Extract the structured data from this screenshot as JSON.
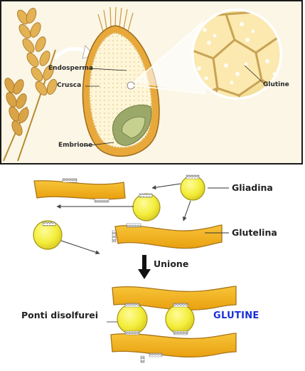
{
  "panel_top": {
    "labels": {
      "endosperma": "Endosperma",
      "crusca": "Crusca",
      "embrione": "Embrione",
      "glutine": "Glutine"
    }
  },
  "panel_bottom": {
    "labels": {
      "gliadina": "Gliadina",
      "glutelina": "Glutelina",
      "unione": "Unione",
      "ponti_disolfurei": "Ponti disolfurei",
      "glutine_title": "GLUTINE"
    }
  },
  "colors": {
    "band_fill": "#f3b01c",
    "sphere_fill": "#f3ee3c",
    "panel_bg": "#fbf6e6",
    "label_blue": "#1a2ed8"
  }
}
